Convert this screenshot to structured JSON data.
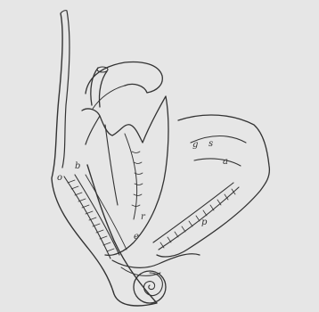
{
  "figure": {
    "background": "#e6e6e6",
    "ink": "#333333",
    "labels": {
      "g": "g",
      "s": "s",
      "a": "a",
      "b": "b",
      "r": "r",
      "p": "p",
      "e": "e",
      "o": "o"
    }
  }
}
